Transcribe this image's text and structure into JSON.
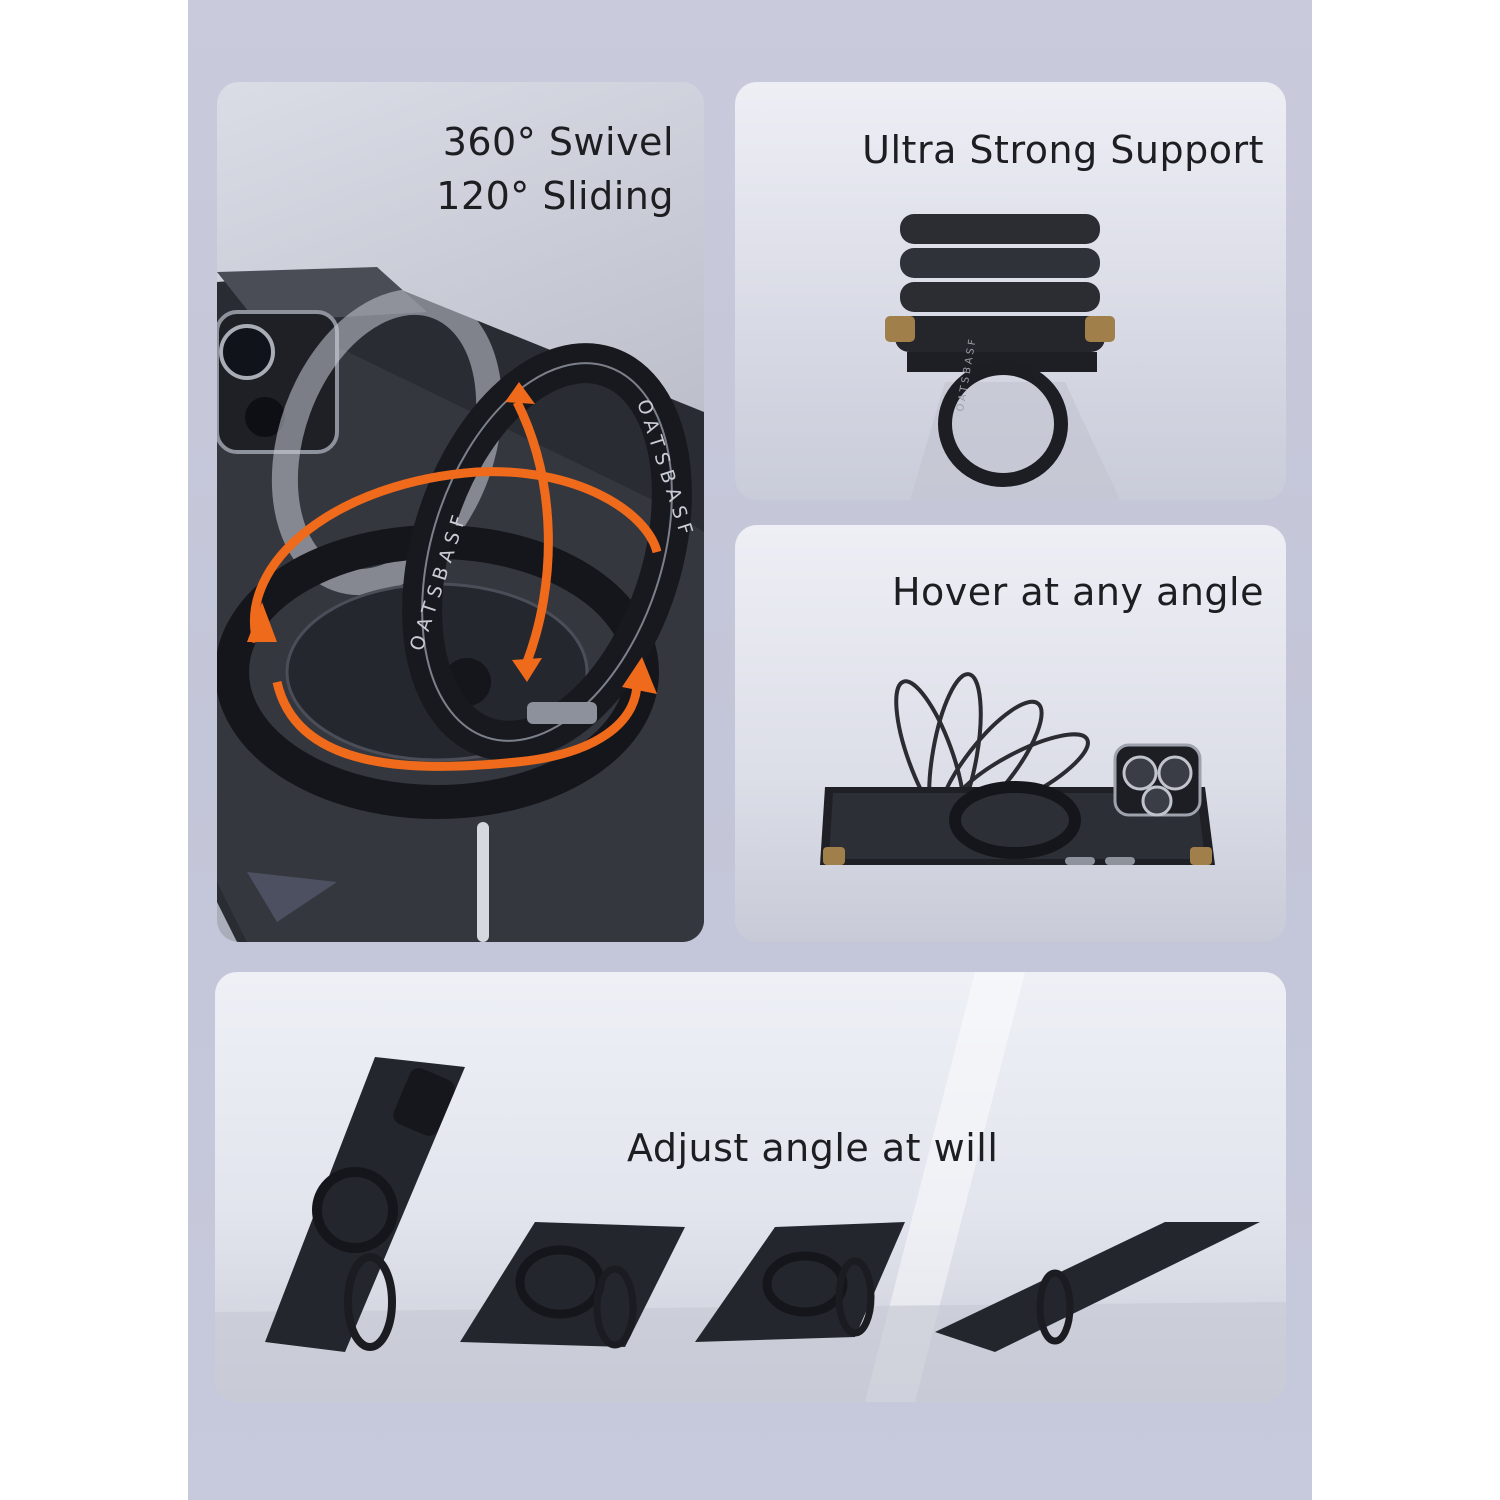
{
  "panels": {
    "swivel": {
      "line1": "360° Swivel",
      "line2": "120° Sliding",
      "ring_text": "OATSBASF"
    },
    "support": {
      "title": "Ultra Strong Support",
      "ring_text": "OATSBASF"
    },
    "hover": {
      "title": "Hover at any angle"
    },
    "adjust": {
      "title": "Adjust angle at will"
    }
  },
  "colors": {
    "accent_arrow": "#ef6a1a",
    "metal_dark": "#1c1e24",
    "background": "#c6c8da"
  }
}
